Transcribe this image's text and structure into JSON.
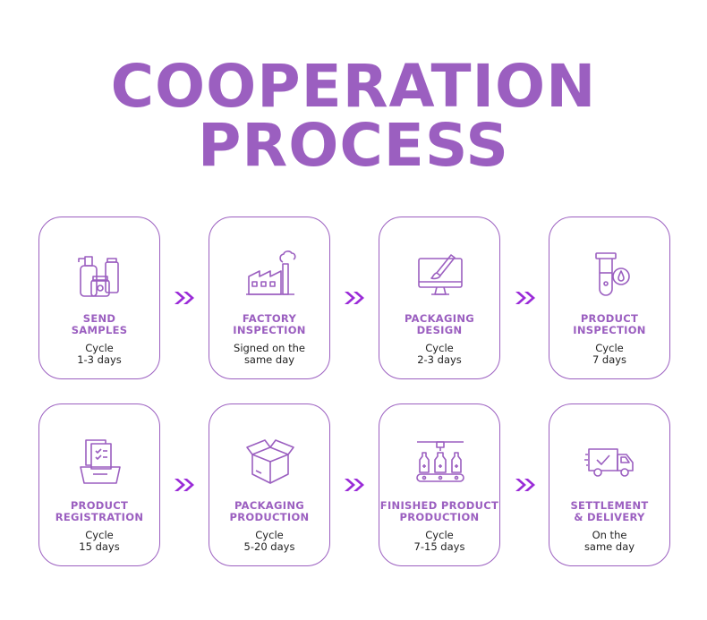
{
  "title": {
    "line1": "COOPERATION",
    "line2": "PROCESS"
  },
  "colors": {
    "accent": "#9b5fc0",
    "arrow": "#9a2bd8",
    "text": "#222222"
  },
  "steps": [
    {
      "name": [
        "SEND",
        "SAMPLES"
      ],
      "cycle": [
        "Cycle",
        "1-3 days"
      ],
      "icon": "cosmetics-bottles-icon"
    },
    {
      "name": [
        "FACTORY",
        "INSPECTION"
      ],
      "cycle": [
        "Signed on the",
        "same day"
      ],
      "icon": "factory-icon"
    },
    {
      "name": [
        "PACKAGING",
        "DESIGN"
      ],
      "cycle": [
        "Cycle",
        "2-3 days"
      ],
      "icon": "design-monitor-icon"
    },
    {
      "name": [
        "PRODUCT",
        "INSPECTION"
      ],
      "cycle": [
        "Cycle",
        "7 days"
      ],
      "icon": "test-tube-icon"
    },
    {
      "name": [
        "PRODUCT",
        "REGISTRATION"
      ],
      "cycle": [
        "Cycle",
        "15 days"
      ],
      "icon": "documents-tray-icon"
    },
    {
      "name": [
        "PACKAGING",
        "PRODUCTION"
      ],
      "cycle": [
        "Cycle",
        "5-20 days"
      ],
      "icon": "open-box-icon"
    },
    {
      "name": [
        "FINISHED PRODUCT",
        "PRODUCTION"
      ],
      "cycle": [
        "Cycle",
        "7-15 days"
      ],
      "icon": "production-line-icon"
    },
    {
      "name": [
        "SETTLEMENT",
        "& DELIVERY"
      ],
      "cycle": [
        "On the",
        "same day"
      ],
      "icon": "delivery-truck-icon"
    }
  ]
}
